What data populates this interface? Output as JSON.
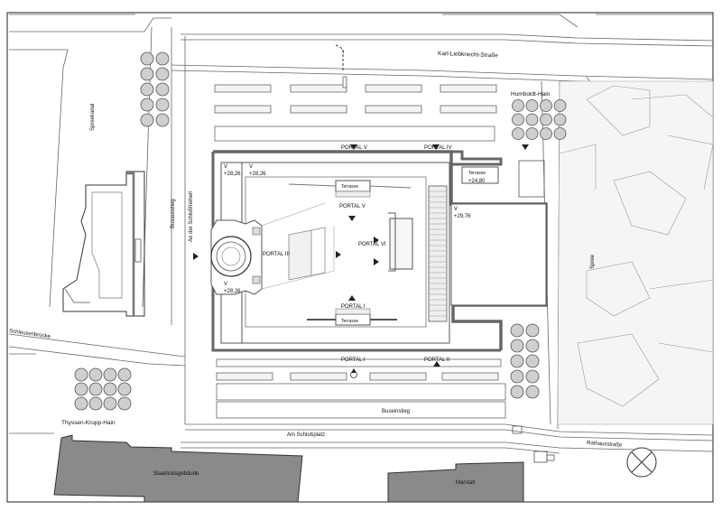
{
  "streets": {
    "karl_liebknecht": "Karl-Liebknecht-Straße",
    "humboldt_hain": "Humboldt-Hain",
    "spreekanal": "Spreekanal",
    "busausstieg": "Busausstieg",
    "an_der_schlossfreiheit": "An der Schloßfreiheit",
    "schleusenbruecke": "Schleusenbrücke",
    "thyssen_krupp_hain": "Thyssen-Krupp-Hain",
    "am_schlossplatz": "Am Schloßplatz",
    "buseinstieg": "Buseinstieg",
    "spree": "Spree",
    "rathausstrasse": "Rathausstraße"
  },
  "buildings": {
    "staatsratsgebaeude": "Staatsratsgebäude",
    "marstall": "Marstall"
  },
  "portals": {
    "portal_v_north": "PORTAL V",
    "portal_iv": "PORTAL IV",
    "portal_v_inner": "PORTAL V",
    "portal_iii": "PORTAL III",
    "portal_vi": "PORTAL VI",
    "portal_i_inner": "PORTAL I",
    "portal_i": "PORTAL I",
    "portal_ii": "PORTAL II"
  },
  "terraces": {
    "terrasse_top": "Terrasse",
    "terrasse_bottom": "Terrasse",
    "terrasse_ne": "Terrasse"
  },
  "elevations": {
    "nw_v": "V",
    "nw_level": "+28,26",
    "n2_v": "V",
    "n2_level": "+28,26",
    "sw_v": "V",
    "sw_level": "+28,26",
    "ne_level": "+24,80",
    "e_v": "V",
    "e_level": "+29,76"
  },
  "tree_clusters": {
    "nw_rows": 5,
    "nw_cols": 2,
    "humboldt_rows": 3,
    "humboldt_cols": 4,
    "thyssen_rows": 3,
    "thyssen_cols": 4,
    "se_rows": 5,
    "se_cols": 2
  }
}
